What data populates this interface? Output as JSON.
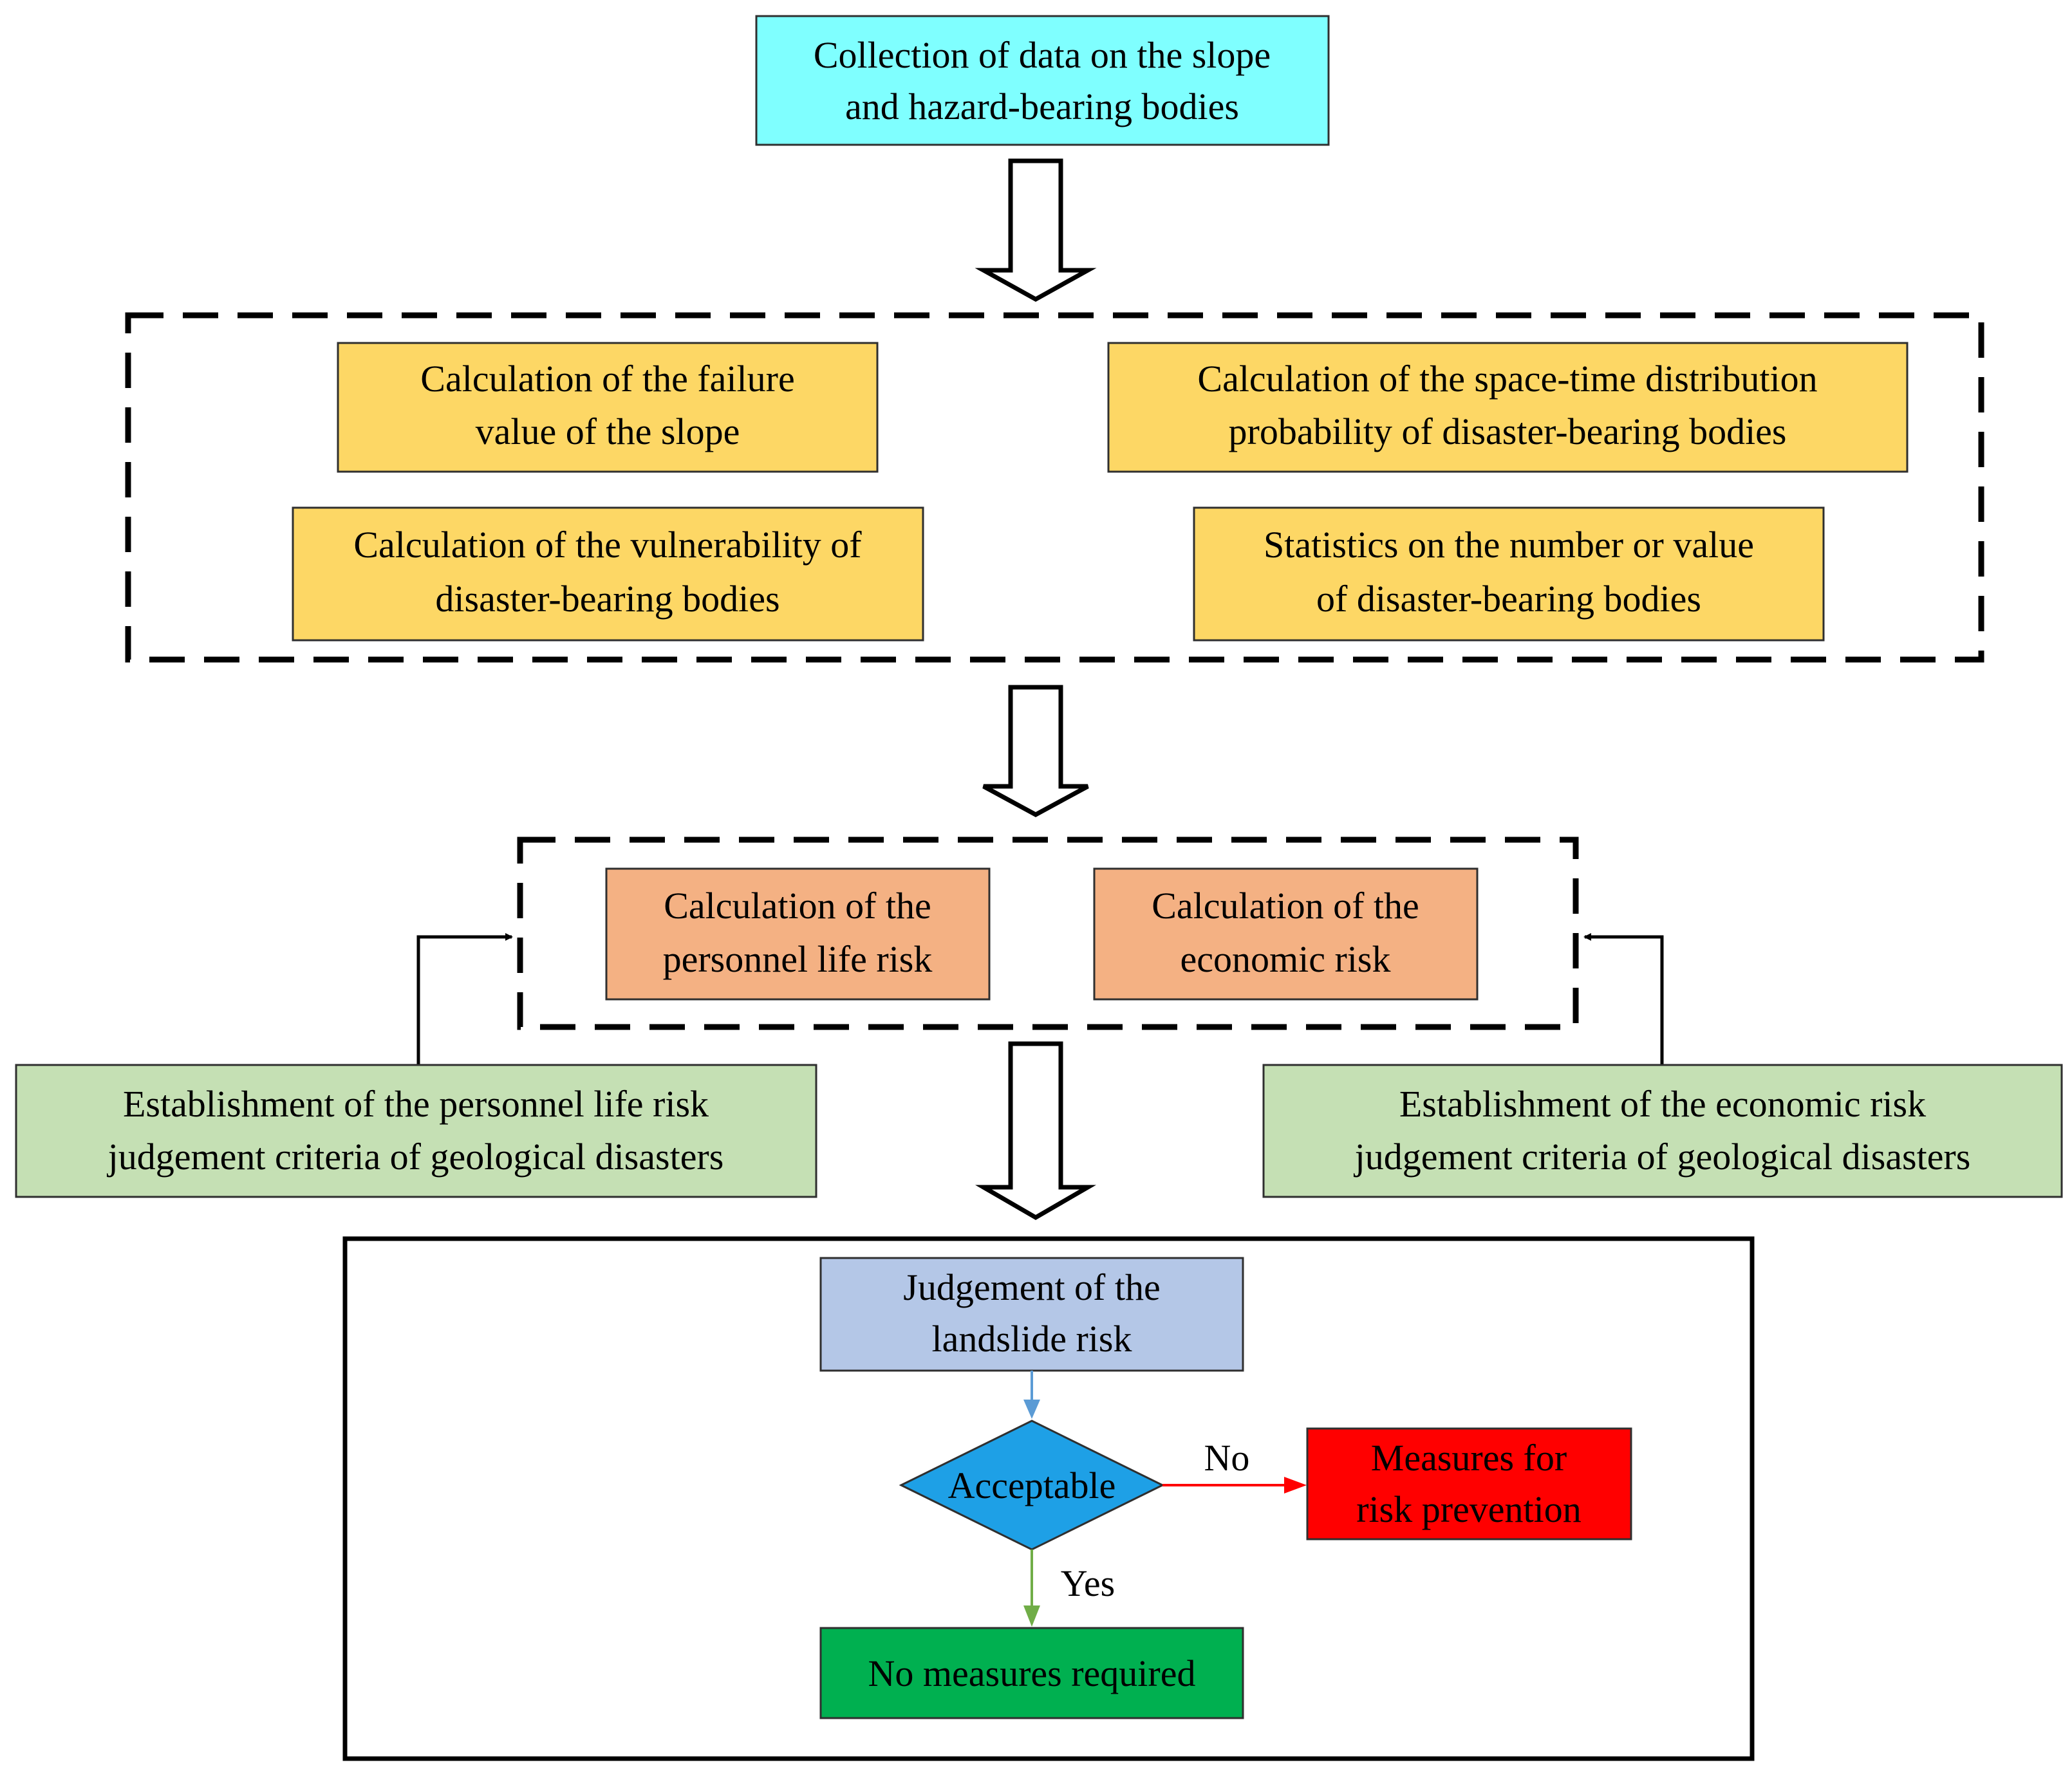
{
  "colors": {
    "cyan": "#7FFFFF",
    "yellow": "#FDD765",
    "salmon": "#F4B183",
    "green_light": "#C5E0B4",
    "blue_light": "#B4C7E7",
    "diamond_blue": "#1EA0E6",
    "red": "#FF0000",
    "green_dark": "#00B050",
    "arrow_blue": "#5B9BD5",
    "arrow_red": "#FF0000",
    "arrow_green": "#70AD47"
  },
  "nodes": {
    "collection": {
      "line1": "Collection of data on the slope",
      "line2": "and hazard-bearing bodies"
    },
    "failure_value": {
      "line1": "Calculation of the failure",
      "line2": "value of the slope"
    },
    "space_time": {
      "line1": "Calculation of the space-time distribution",
      "line2": "probability of disaster-bearing bodies"
    },
    "vulnerability": {
      "line1": "Calculation of the vulnerability of",
      "line2": "disaster-bearing bodies"
    },
    "statistics": {
      "line1": "Statistics on the number or value",
      "line2": "of disaster-bearing bodies"
    },
    "life_risk": {
      "line1": "Calculation of the",
      "line2": "personnel life risk"
    },
    "economic_risk": {
      "line1": "Calculation of the",
      "line2": "economic risk"
    },
    "life_criteria": {
      "line1": "Establishment of the personnel life risk",
      "line2": "judgement criteria of geological disasters"
    },
    "economic_criteria": {
      "line1": "Establishment of the economic risk",
      "line2": "judgement criteria of geological disasters"
    },
    "judgement": {
      "line1": "Judgement of the",
      "line2": "landslide risk"
    },
    "acceptable": {
      "label": "Acceptable"
    },
    "prevention": {
      "line1": "Measures for",
      "line2": "risk prevention"
    },
    "no_measures": {
      "label": "No measures required"
    }
  },
  "edge_labels": {
    "no": "No",
    "yes": "Yes"
  }
}
